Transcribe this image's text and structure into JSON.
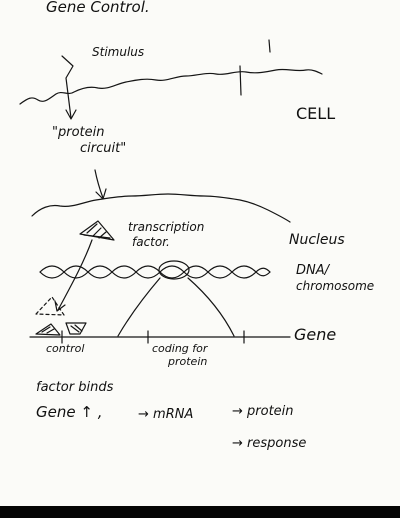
{
  "diagram": {
    "title": "Gene Control.",
    "labels": {
      "stimulus": "Stimulus",
      "cell": "CELL",
      "protein_circuit_line1": "\"protein",
      "protein_circuit_line2": "circuit\"",
      "transcription_factor_line1": "transcription",
      "transcription_factor_line2": "factor.",
      "nucleus": "Nucleus",
      "dna_chromosome_line1": "DNA/",
      "dna_chromosome_line2": "chromosome",
      "gene": "Gene",
      "control": "control",
      "coding_line1": "coding for",
      "coding_line2": "protein"
    },
    "notes": {
      "factor_binds": "factor binds",
      "gene_up": "Gene ↑ ,",
      "mrna": "→ mRNA",
      "protein": "→ protein",
      "response": "→ response"
    }
  }
}
